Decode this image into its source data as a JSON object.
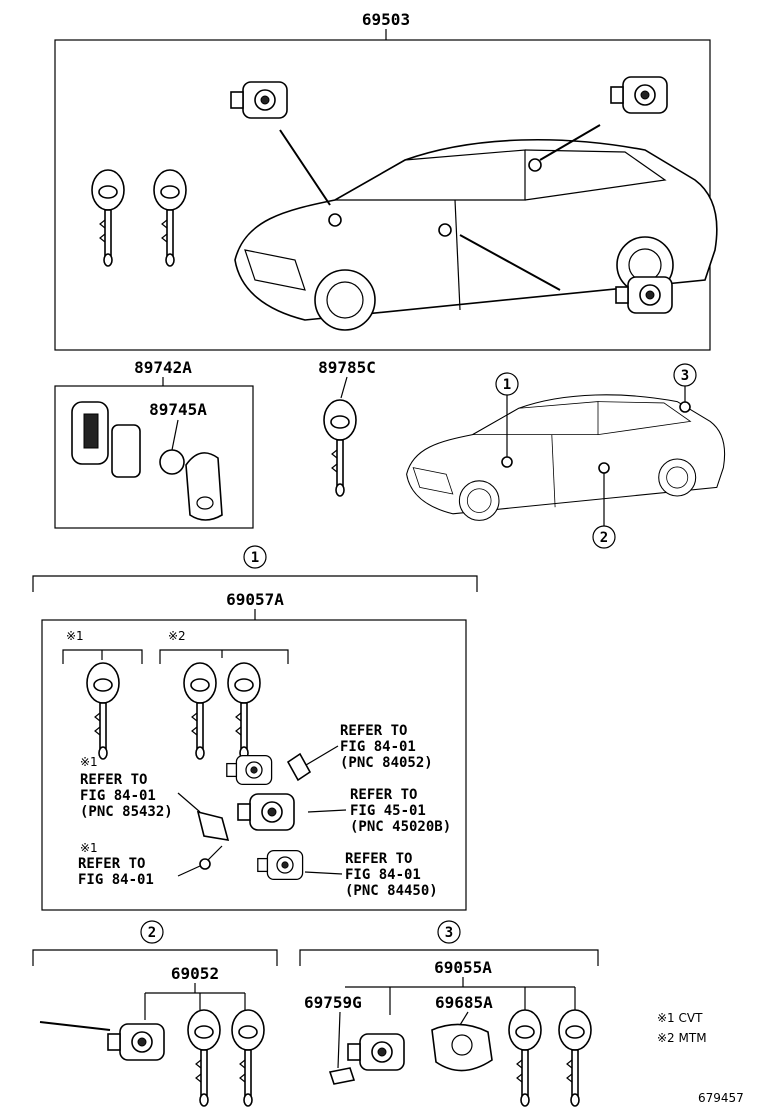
{
  "labels": {
    "top_assembly": "69503",
    "remote_assembly": "89742A",
    "battery": "89745A",
    "key_plate": "89785C",
    "kit_one": "69057A",
    "kit_two": "69052",
    "kit_three": "69055A",
    "part_g": "69759G",
    "part_a": "69685A",
    "circle_1": "1",
    "circle_2": "2",
    "circle_3": "3",
    "mark_1": "※1",
    "mark_2": "※2",
    "figure_id": "679457"
  },
  "refs": [
    {
      "mark": "",
      "line1": "REFER TO",
      "line2": "FIG 84-01",
      "line3": "(PNC 84052)"
    },
    {
      "mark": "※1",
      "line1": "REFER TO",
      "line2": "FIG 84-01",
      "line3": "(PNC 85432)"
    },
    {
      "mark": "",
      "line1": "REFER TO",
      "line2": "FIG 45-01",
      "line3": "(PNC 45020B)"
    },
    {
      "mark": "※1",
      "line1": "REFER TO",
      "line2": "FIG 84-01",
      "line3": ""
    },
    {
      "mark": "",
      "line1": "REFER TO",
      "line2": "FIG 84-01",
      "line3": "(PNC 84450)"
    }
  ],
  "legend": {
    "line1": "※1 CVT",
    "line2": "※2 MTM"
  },
  "icons": [
    "car-icon",
    "key-icon",
    "lock-cylinder-icon",
    "remote-fob-icon",
    "battery-icon",
    "screw-icon",
    "bracket-icon"
  ]
}
